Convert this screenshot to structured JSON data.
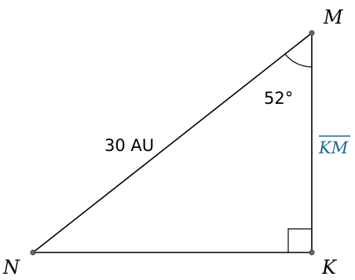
{
  "vertices": {
    "M": "M",
    "N": "N",
    "K": "K"
  },
  "labels": {
    "hypotenuse": "30 AU",
    "angle_M": "52°",
    "segment_KM": "KM"
  },
  "colors": {
    "line": "#000000",
    "point": "#555555",
    "segment_label": "#1a6a91"
  }
}
